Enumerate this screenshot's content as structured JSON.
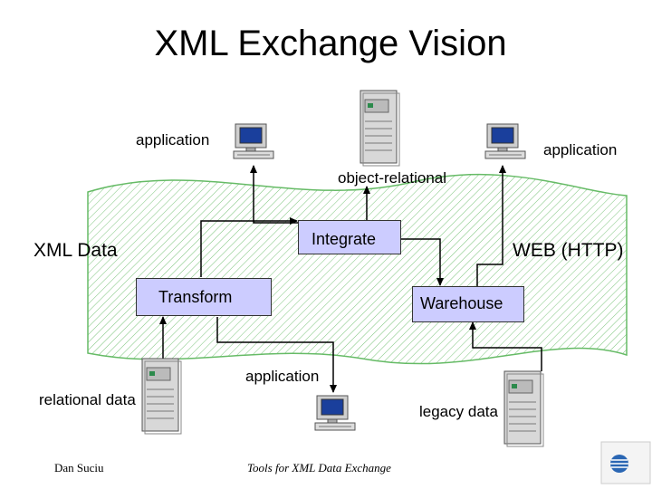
{
  "title": "XML Exchange Vision",
  "labels": {
    "app_left": "application",
    "app_right": "application",
    "app_bottom": "application",
    "object_relational": "object-relational",
    "xml_data": "XML Data",
    "web_http": "WEB (HTTP)",
    "relational_data": "relational data",
    "legacy_data": "legacy data"
  },
  "boxes": {
    "integrate": "Integrate",
    "transform": "Transform",
    "warehouse": "Warehouse"
  },
  "footer": {
    "author": "Dan Suciu",
    "course": "Tools for XML Data Exchange",
    "logo": "AT&T"
  },
  "colors": {
    "box_fill": "#ccccff",
    "band_stroke": "#66bb66"
  }
}
